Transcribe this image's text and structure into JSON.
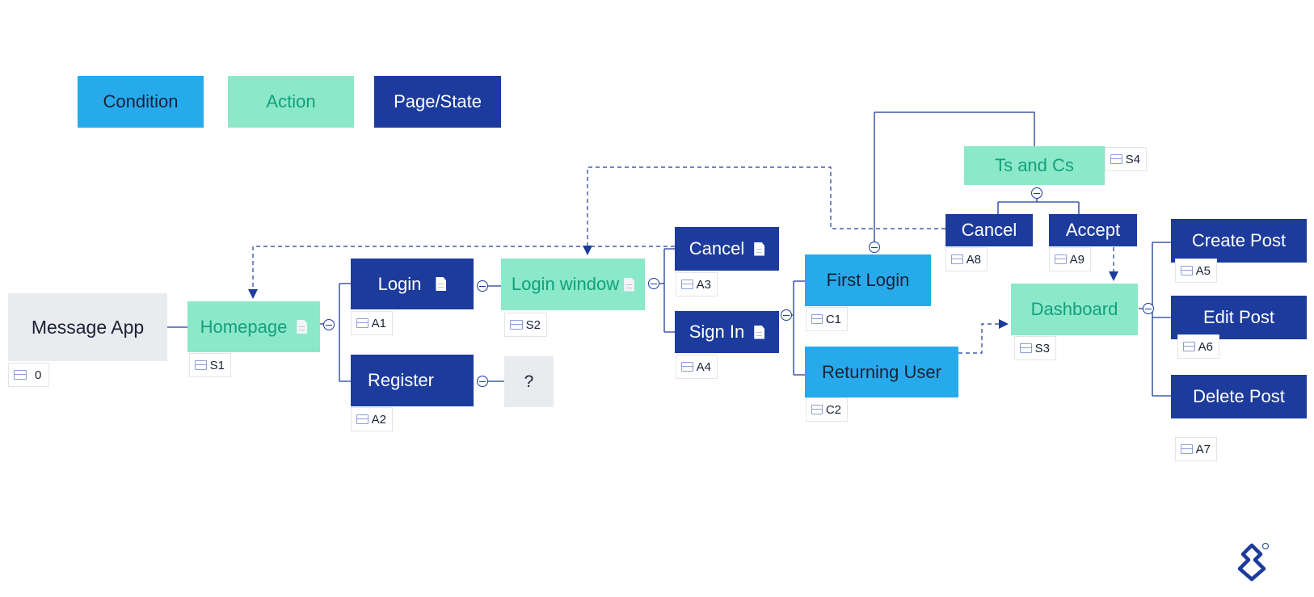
{
  "legend": {
    "condition": "Condition",
    "action": "Action",
    "page_state": "Page/State"
  },
  "colors": {
    "condition": "#27aaec",
    "action": "#8be8c8",
    "page_state": "#1c3b9c",
    "root": "#eaebee",
    "connector": "#1c3b9c"
  },
  "nodes": {
    "message_app": {
      "label": "Message App",
      "tag": "0"
    },
    "homepage": {
      "label": "Homepage",
      "tag": "S1"
    },
    "login": {
      "label": "Login",
      "tag": "A1"
    },
    "register": {
      "label": "Register",
      "tag": "A2"
    },
    "unknown": {
      "label": "?"
    },
    "login_window": {
      "label": "Login window",
      "tag": "S2"
    },
    "cancel_login": {
      "label": "Cancel",
      "tag": "A3"
    },
    "sign_in": {
      "label": "Sign In",
      "tag": "A4"
    },
    "first_login": {
      "label": "First Login",
      "tag": "C1"
    },
    "returning_user": {
      "label": "Returning User",
      "tag": "C2"
    },
    "ts_and_cs": {
      "label": "Ts and Cs",
      "tag": "S4"
    },
    "cancel_terms": {
      "label": "Cancel",
      "tag": "A8"
    },
    "accept": {
      "label": "Accept",
      "tag": "A9"
    },
    "dashboard": {
      "label": "Dashboard",
      "tag": "S3"
    },
    "create_post": {
      "label": "Create Post",
      "tag": "A5"
    },
    "edit_post": {
      "label": "Edit Post",
      "tag": "A6"
    },
    "delete_post": {
      "label": "Delete Post",
      "tag": "A7"
    }
  },
  "icons": {
    "note": "document-icon",
    "tag": "table-icon",
    "collapse": "collapse-icon",
    "brand": "toptal-logo-icon"
  }
}
